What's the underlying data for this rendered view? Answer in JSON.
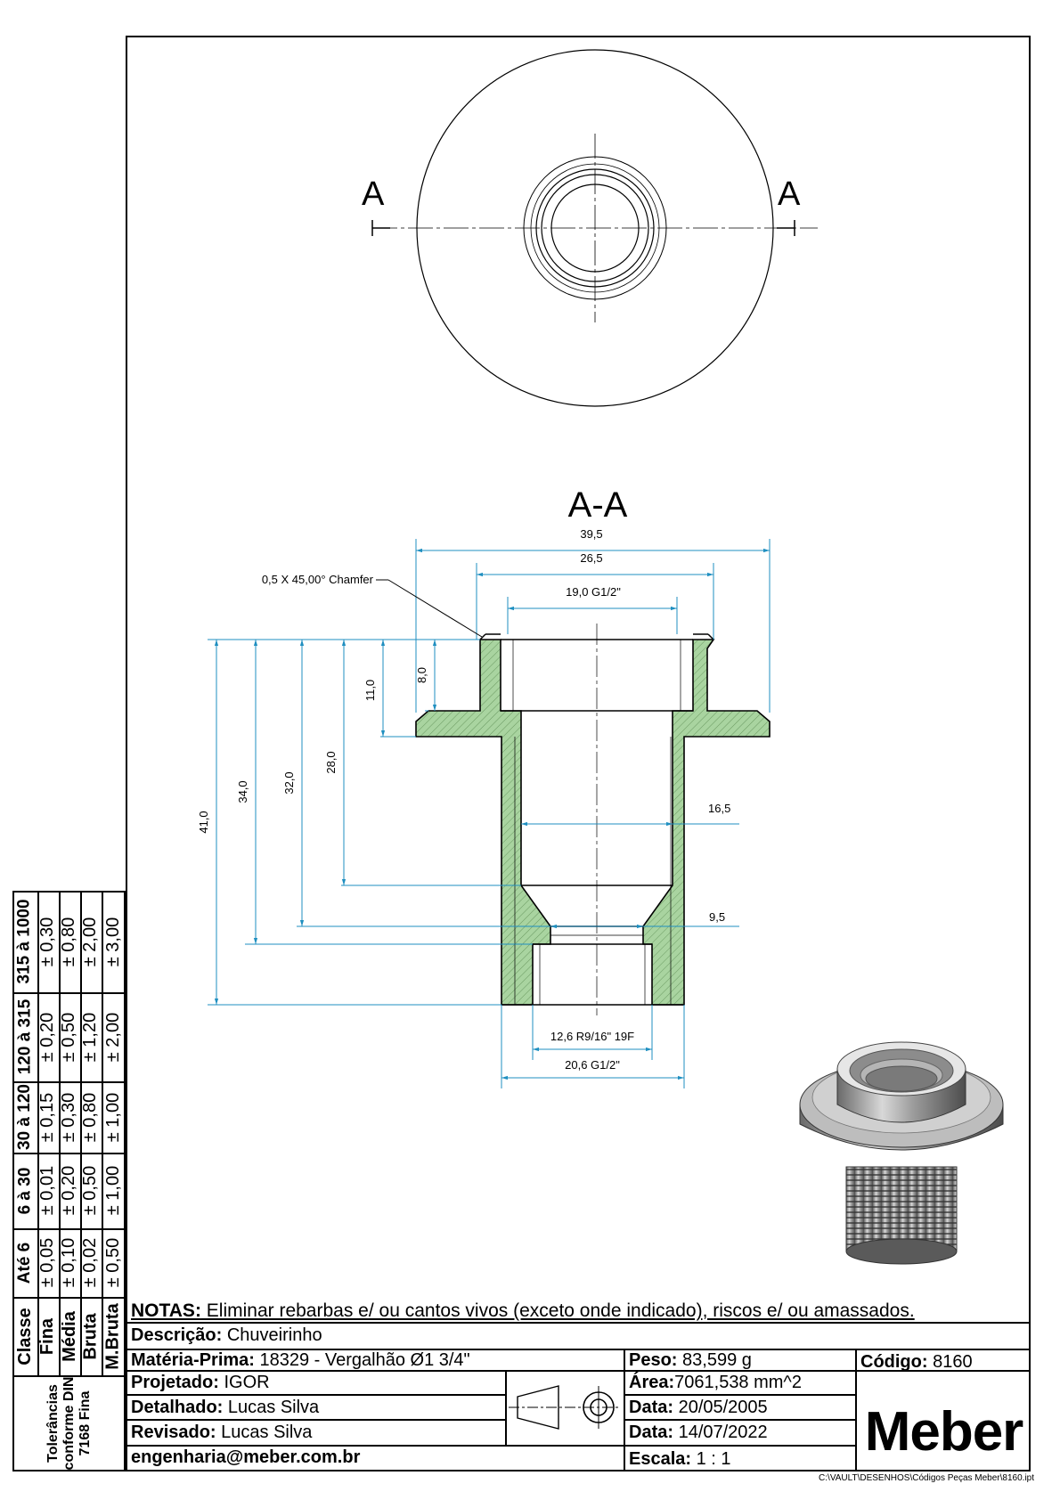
{
  "views": {
    "section_mark_left": "A",
    "section_mark_right": "A",
    "section_title": "A-A"
  },
  "dimensions": {
    "d_39_5": "39,5",
    "d_26_5": "26,5",
    "d_19_0": "19,0 G1/2\"",
    "chamfer": "0,5 X 45,00° Chamfer",
    "d_8_0": "8,0",
    "d_11_0": "11,0",
    "d_28_0": "28,0",
    "d_32_0": "32,0",
    "d_34_0": "34,0",
    "d_41_0": "41,0",
    "d_16_5": "16,5",
    "d_9_5": "9,5",
    "d_12_6": "12,6 R9/16\" 19F",
    "d_20_6": "20,6 G1/2\""
  },
  "colors": {
    "section_fill": "#a9d4a0",
    "dimension_line": "#1f8fc0",
    "outline": "#000000"
  },
  "notes": {
    "label": "NOTAS:",
    "text": " Eliminar rebarbas e/ ou cantos vivos (exceto onde indicado), riscos e/ ou amassados."
  },
  "title_block": {
    "descricao_label": "Descrição:",
    "descricao_value": " Chuveirinho",
    "materia_label": "Matéria-Prima:",
    "materia_value": " 18329 - Vergalhão Ø1 3/4\"",
    "peso_label": "Peso:",
    "peso_value": " 83,599 g",
    "codigo_label": "Código:",
    "codigo_value": " 8160",
    "projetado_label": "Projetado:",
    "projetado_value": " IGOR",
    "area_label": "Área:",
    "area_value": "7061,538 mm^2",
    "detalhado_label": "Detalhado:",
    "detalhado_value": " Lucas Silva",
    "data1_label": "Data:",
    "data1_value": " 20/05/2005",
    "revisado_label": "Revisado:",
    "revisado_value": " Lucas Silva",
    "data2_label": "Data:",
    "data2_value": " 14/07/2022",
    "email": "engenharia@meber.com.br",
    "escala_label": "Escala:",
    "escala_value": " 1 : 1",
    "brand": "Meber",
    "file_path": "C:\\VAULT\\DESENHOS\\Códigos Peças Meber\\8160.ipt"
  },
  "tolerance_table": {
    "side_title": "Tolerâncias conforme DIN 7168 Fina",
    "header_class": "Classe",
    "classes": [
      "Fina",
      "Média",
      "Bruta",
      "M.Bruta"
    ],
    "ranges": [
      {
        "range": "Até 6",
        "values": [
          "± 0,05",
          "± 0,10",
          "± 0,02",
          "± 0,50"
        ]
      },
      {
        "range": "6 à 30",
        "values": [
          "± 0,01",
          "± 0,20",
          "± 0,50",
          "± 1,00"
        ]
      },
      {
        "range": "30 à 120",
        "values": [
          "± 0,15",
          "± 0,30",
          "± 0,80",
          "± 1,00"
        ]
      },
      {
        "range": "120 à 315",
        "values": [
          "± 0,20",
          "± 0,50",
          "± 1,20",
          "± 2,00"
        ]
      },
      {
        "range": "315 à 1000",
        "values": [
          "± 0,30",
          "± 0,80",
          "± 2,00",
          "± 3,00"
        ]
      }
    ]
  }
}
